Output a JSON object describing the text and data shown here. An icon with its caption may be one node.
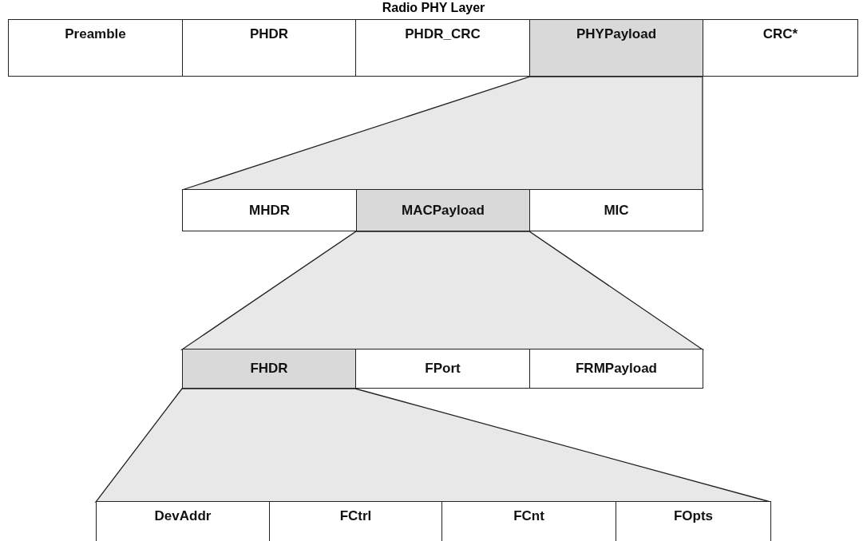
{
  "diagram": {
    "title": "Radio PHY Layer",
    "nodes": [
      {
        "text": [
          "Preamble"
        ]
      },
      {
        "text": [
          "PHDR"
        ]
      },
      {
        "text": [
          "PHDR_CRC"
        ]
      },
      {
        "text": [
          "PHYPayload"
        ]
      },
      {
        "text": [
          "CRC*"
        ]
      },
      {
        "text": [
          "MHDR"
        ]
      },
      {
        "text": [
          "MACPayload"
        ]
      },
      {
        "text": [
          "MIC"
        ]
      },
      {
        "text": [
          "FHDR"
        ]
      },
      {
        "text": [
          "FPort"
        ]
      },
      {
        "text": [
          "FRMPayload"
        ]
      },
      {
        "text": [
          "DevAddr"
        ]
      },
      {
        "text": [
          "FCtrl"
        ]
      },
      {
        "text": [
          "FCnt"
        ]
      },
      {
        "text": [
          "FOpts"
        ]
      }
    ]
  }
}
